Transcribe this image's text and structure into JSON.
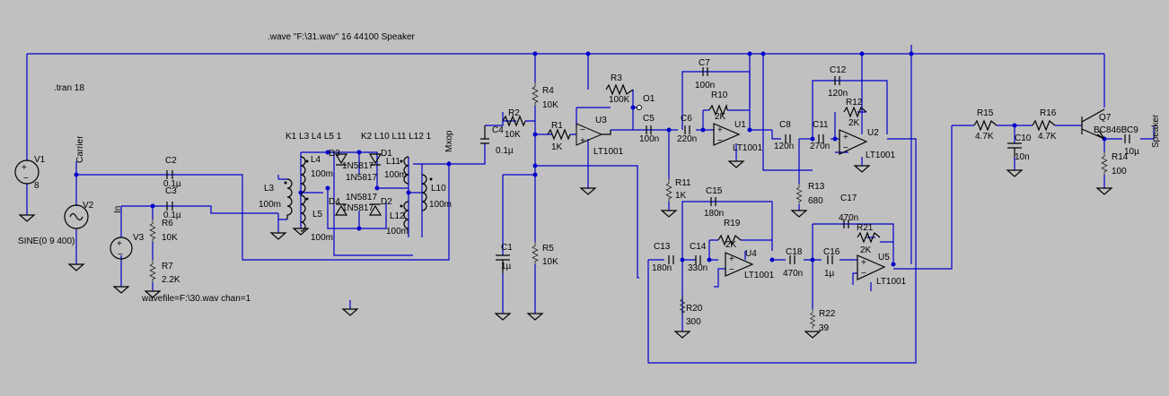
{
  "directives": {
    "wave": ".wave \"F:\\31.wav\" 16 44100 Speaker",
    "tran": ".tran 18",
    "coupling1": "K1 L3 L4 L5 1",
    "coupling2": "K2 L10 L11 L12 1",
    "sine": "SINE(0 9 400)",
    "wavefile": "wavefile=F:\\30.wav chan=1"
  },
  "nets": {
    "carrier": "Carrier",
    "in": "In",
    "mxop": "Mxop",
    "o1": "O1",
    "speaker": "Speaker"
  },
  "components": {
    "V1": {
      "name": "V1",
      "value": "8"
    },
    "V2": {
      "name": "V2"
    },
    "V3": {
      "name": "V3"
    },
    "C2": {
      "name": "C2",
      "value": "0.1µ"
    },
    "C3": {
      "name": "C3",
      "value": "0.1µ"
    },
    "R6": {
      "name": "R6",
      "value": "10K"
    },
    "R7": {
      "name": "R7",
      "value": "2.2K"
    },
    "L3": {
      "name": "L3",
      "value": "100m"
    },
    "L4": {
      "name": "L4",
      "value": "100m"
    },
    "L5": {
      "name": "L5",
      "value": "100m"
    },
    "D1": {
      "name": "D1"
    },
    "D2": {
      "name": "D2"
    },
    "D3": {
      "name": "D3"
    },
    "D4": {
      "name": "D4"
    },
    "diode_model": "1N5817",
    "L10": {
      "name": "L10",
      "value": "100m"
    },
    "L11": {
      "name": "L11",
      "value": "100m"
    },
    "L12": {
      "name": "L12",
      "value": "100m"
    },
    "C4": {
      "name": "C4",
      "value": "0.1µ"
    },
    "R2": {
      "name": "R2",
      "value": "10K"
    },
    "R4": {
      "name": "R4",
      "value": "10K"
    },
    "R5": {
      "name": "R5",
      "value": "10K"
    },
    "C1": {
      "name": "C1",
      "value": "1µ"
    },
    "R1": {
      "name": "R1",
      "value": "1K"
    },
    "R3": {
      "name": "R3",
      "value": "100K"
    },
    "U3": {
      "name": "U3",
      "value": "LT1001"
    },
    "C5": {
      "name": "C5",
      "value": "100n"
    },
    "C6": {
      "name": "C6",
      "value": "220n"
    },
    "C7": {
      "name": "C7",
      "value": "100n"
    },
    "R10": {
      "name": "R10",
      "value": "2K"
    },
    "R11": {
      "name": "R11",
      "value": "1K"
    },
    "U1": {
      "name": "U1",
      "value": "LT1001"
    },
    "C8": {
      "name": "C8",
      "value": "120n"
    },
    "C11": {
      "name": "C11",
      "value": "270n"
    },
    "C12": {
      "name": "C12",
      "value": "120n"
    },
    "R12": {
      "name": "R12",
      "value": "2K"
    },
    "R13": {
      "name": "R13",
      "value": "680"
    },
    "U2": {
      "name": "U2",
      "value": "LT1001"
    },
    "C13": {
      "name": "C13",
      "value": "180n"
    },
    "C14": {
      "name": "C14",
      "value": "330n"
    },
    "C15": {
      "name": "C15",
      "value": "180n"
    },
    "R19": {
      "name": "R19",
      "value": "2K"
    },
    "R20": {
      "name": "R20",
      "value": "300"
    },
    "U4": {
      "name": "U4",
      "value": "LT1001"
    },
    "C18": {
      "name": "C18",
      "value": "470n"
    },
    "C16": {
      "name": "C16",
      "value": "1µ"
    },
    "C17": {
      "name": "C17",
      "value": "470n"
    },
    "R21": {
      "name": "R21",
      "value": "2K"
    },
    "R22": {
      "name": "R22",
      "value": "39"
    },
    "U5": {
      "name": "U5",
      "value": "LT1001"
    },
    "R15": {
      "name": "R15",
      "value": "4.7K"
    },
    "R16": {
      "name": "R16",
      "value": "4.7K"
    },
    "C10": {
      "name": "C10",
      "value": "10n"
    },
    "Q7": {
      "name": "Q7",
      "value": "BC846B"
    },
    "C9": {
      "name": "C9",
      "value": "10µ"
    },
    "R14": {
      "name": "R14",
      "value": "100"
    }
  },
  "colors": {
    "background": "#c0c0c0",
    "wire": "#0000cc",
    "component": "#000000"
  }
}
